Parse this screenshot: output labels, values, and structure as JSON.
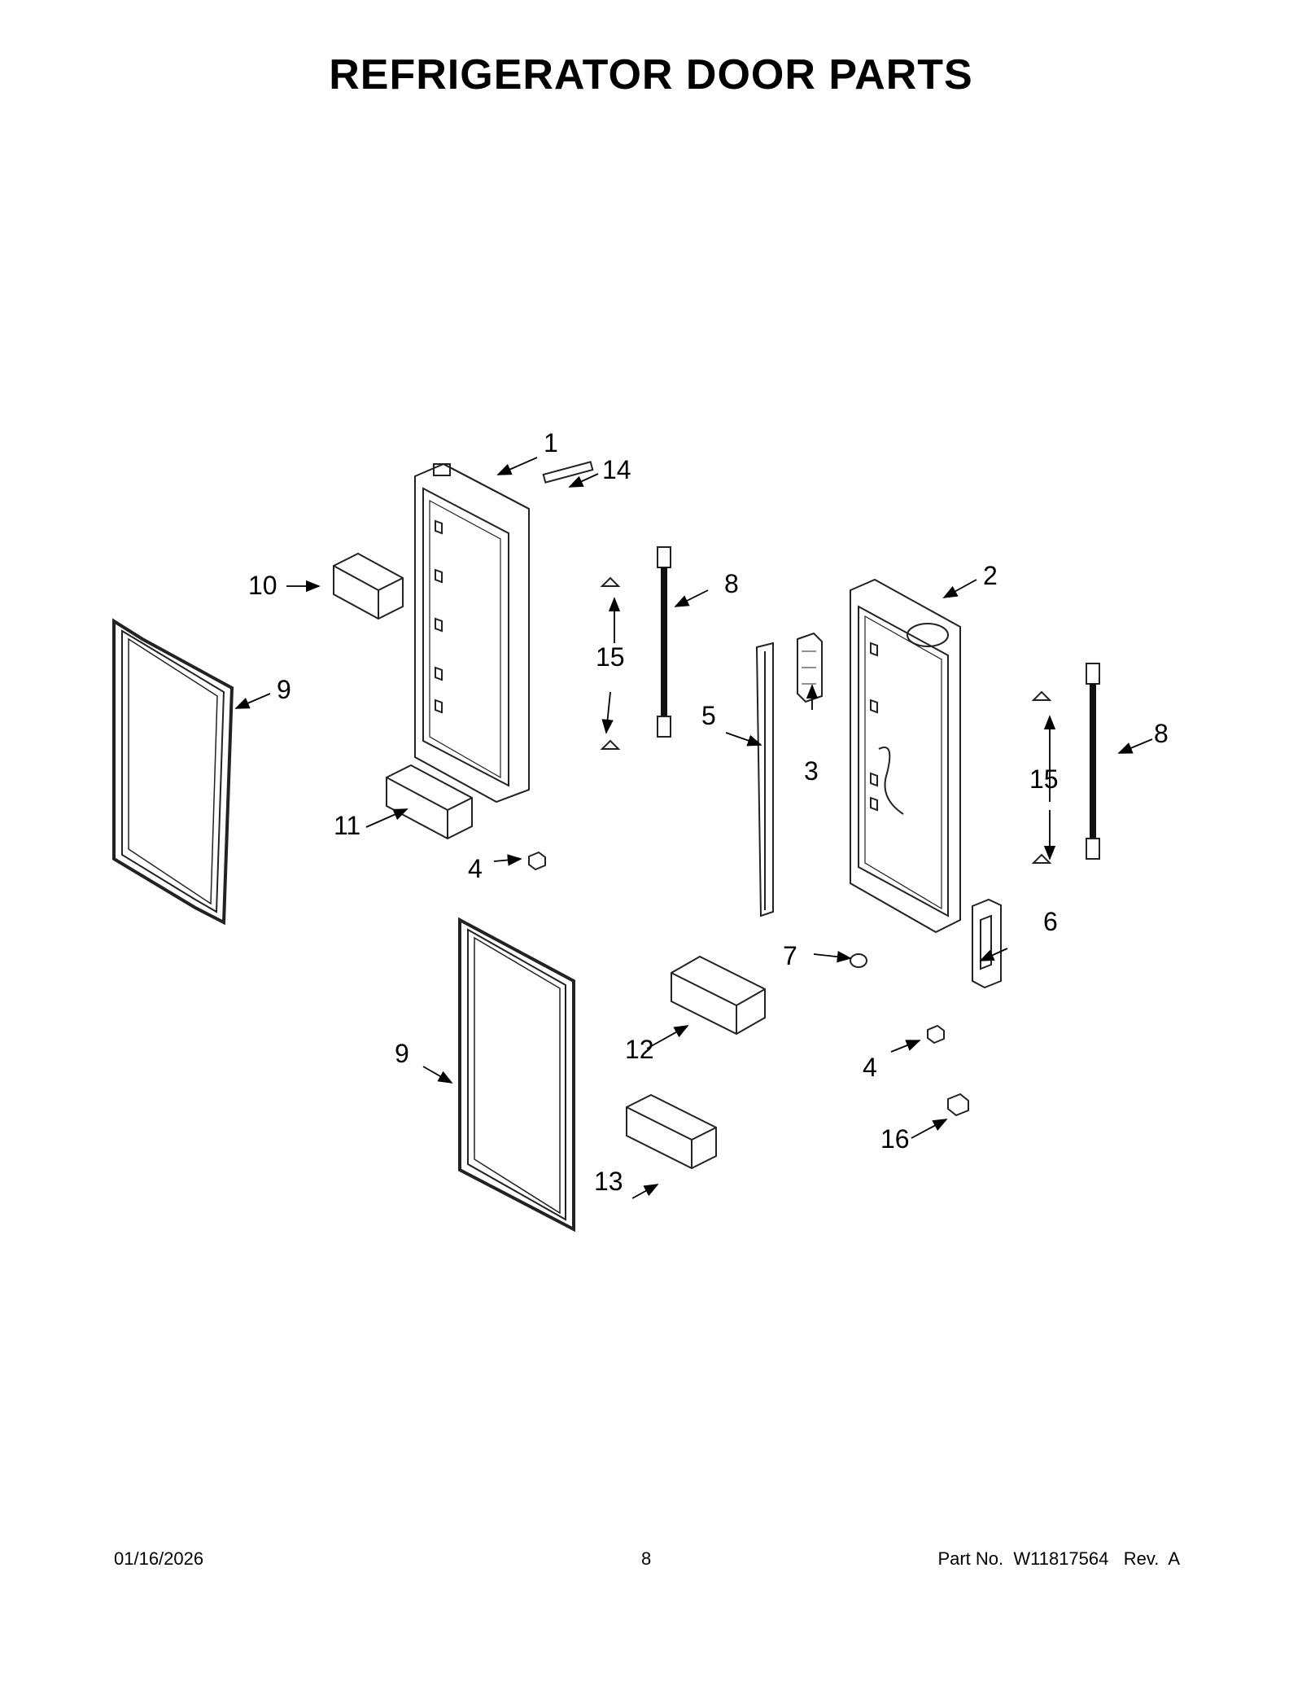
{
  "title": "REFRIGERATOR DOOR PARTS",
  "callouts": [
    "1",
    "2",
    "3",
    "4",
    "4",
    "5",
    "6",
    "7",
    "8",
    "8",
    "9",
    "9",
    "10",
    "11",
    "12",
    "13",
    "14",
    "15",
    "15",
    "16"
  ],
  "footer": {
    "date": "01/16/2026",
    "page": "8",
    "part_number": "Part No.  W11817564   Rev.  A"
  }
}
